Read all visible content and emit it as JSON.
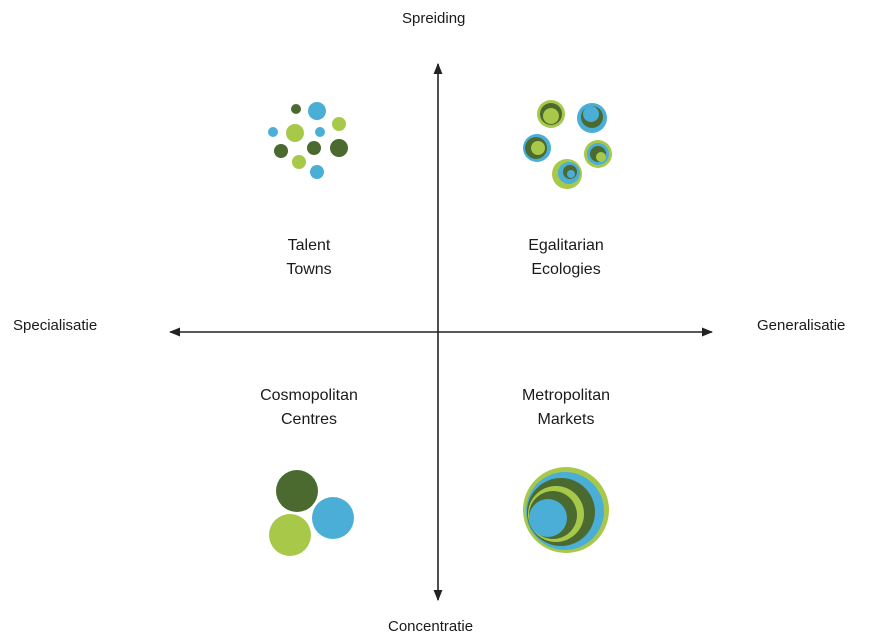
{
  "axes": {
    "top": "Spreiding",
    "bottom": "Concentratie",
    "left": "Specialisatie",
    "right": "Generalisatie"
  },
  "quadrants": {
    "top_left": {
      "line1": "Talent",
      "line2": "Towns"
    },
    "top_right": {
      "line1": "Egalitarian",
      "line2": "Ecologies"
    },
    "bottom_left": {
      "line1": "Cosmopolitan",
      "line2": "Centres"
    },
    "bottom_right": {
      "line1": "Metropolitan",
      "line2": "Markets"
    }
  },
  "colors": {
    "dark_green": "#4a6a2f",
    "light_green": "#a8c84a",
    "blue": "#4aaed6",
    "axis": "#222222"
  }
}
